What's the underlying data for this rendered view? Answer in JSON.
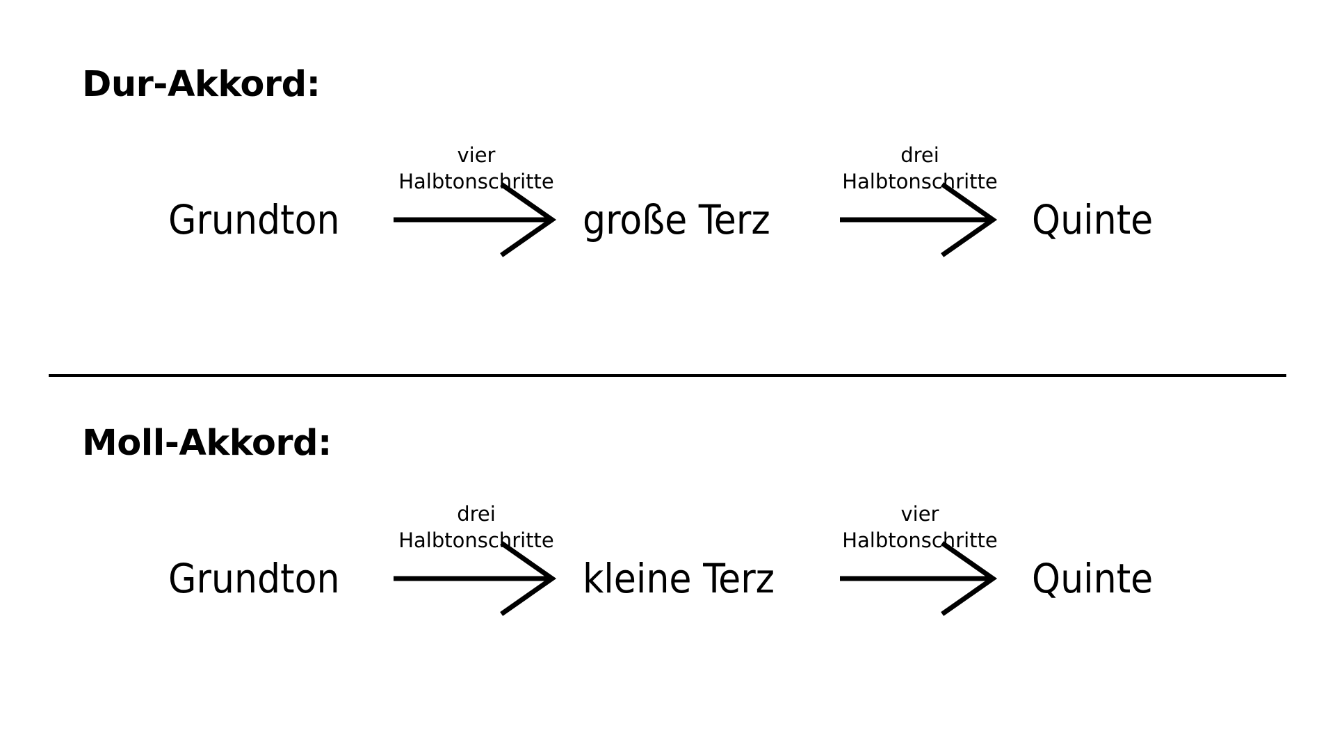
{
  "diagram": {
    "title_major": "Dur-Akkord:",
    "title_minor": "Moll-Akkord:",
    "colors": {
      "ink": "#000000",
      "background": "#ffffff"
    },
    "sections": [
      {
        "id": "major",
        "heading": "Dur-Akkord:",
        "nodes": [
          {
            "label": "Grundton"
          },
          {
            "label": "große Terz"
          },
          {
            "label": "Quinte"
          }
        ],
        "transitions": [
          {
            "count": "vier",
            "unit": "Halbtonschritte",
            "semitones": 4
          },
          {
            "count": "drei",
            "unit": "Halbtonschritte",
            "semitones": 3
          }
        ]
      },
      {
        "id": "minor",
        "heading": "Moll-Akkord:",
        "nodes": [
          {
            "label": "Grundton"
          },
          {
            "label": "kleine Terz"
          },
          {
            "label": "Quinte"
          }
        ],
        "transitions": [
          {
            "count": "drei",
            "unit": "Halbtonschritte",
            "semitones": 3
          },
          {
            "count": "vier",
            "unit": "Halbtonschritte",
            "semitones": 4
          }
        ]
      }
    ]
  }
}
